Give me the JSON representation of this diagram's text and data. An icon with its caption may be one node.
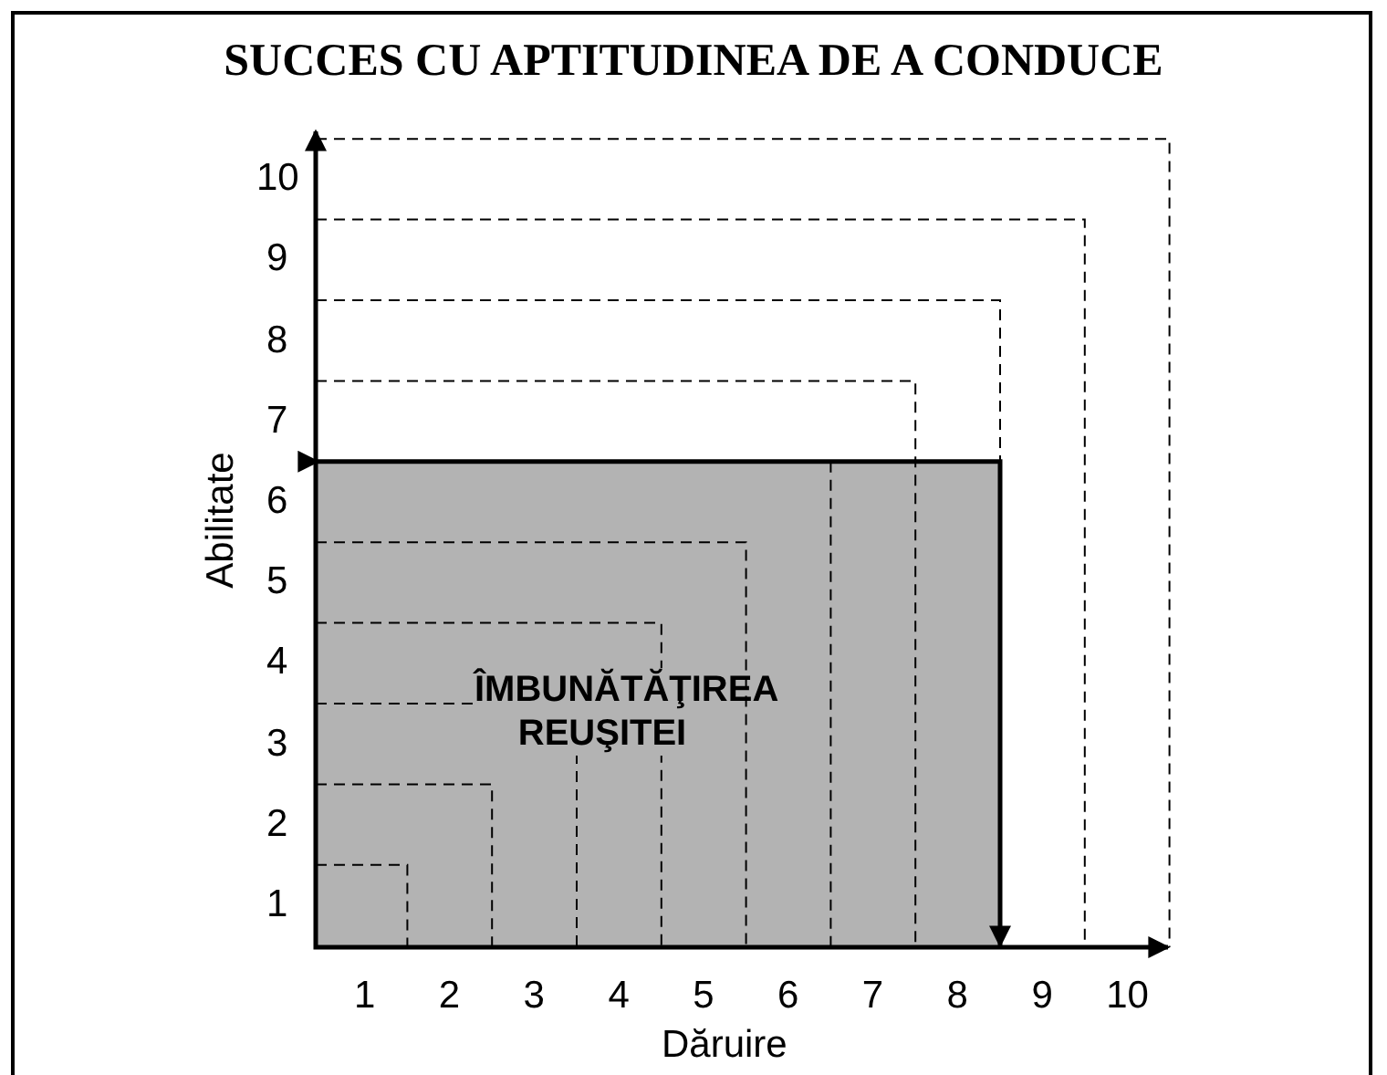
{
  "diagram": {
    "title": "SUCCES CU APTITUDINEA DE A CONDUCE",
    "nodes": [
      {
        "text": [
          "ÎMBUNĂTĂŢIREA REUŞITEI"
        ]
      }
    ],
    "edges": [],
    "labels": [
      "10",
      "9",
      "8",
      "7",
      "6",
      "5",
      "4",
      "3",
      "2",
      "1",
      "Abilitate",
      "1",
      "2",
      "3",
      "4",
      "5",
      "6",
      "7",
      "8",
      "9",
      "10",
      "Dăruire"
    ]
  }
}
